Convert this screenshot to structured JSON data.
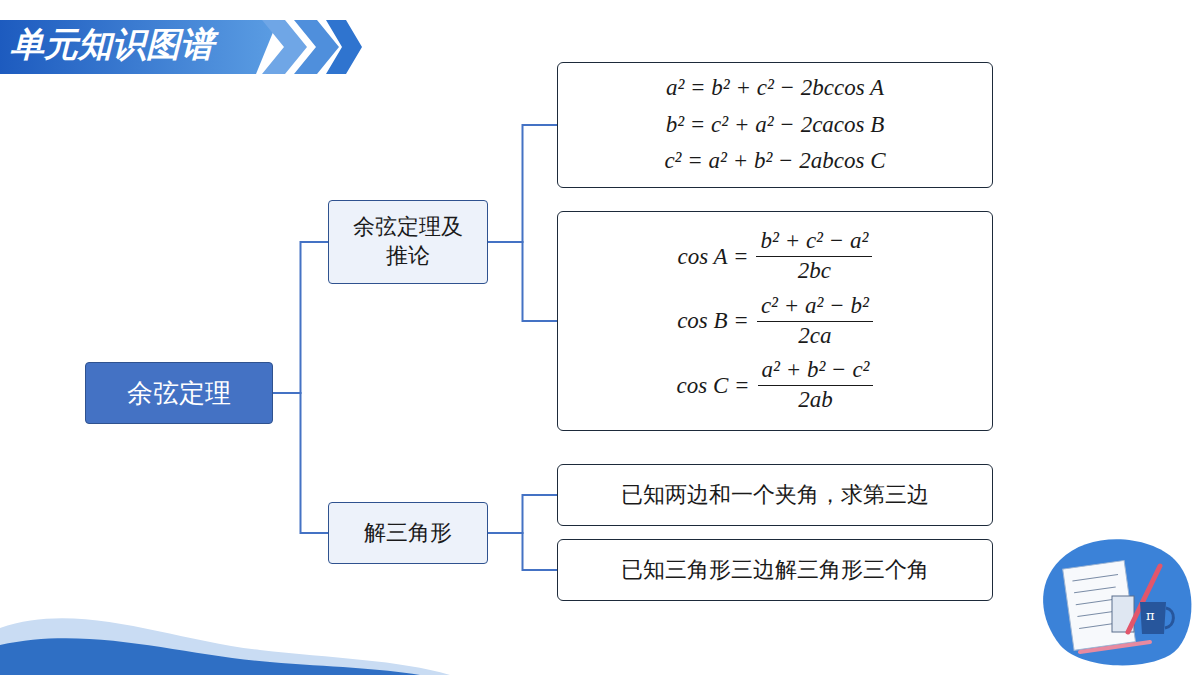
{
  "diagram": {
    "title": "单元知识图谱",
    "nodes": [
      {
        "text": [
          "余弦定理"
        ]
      },
      {
        "text": [
          "余弦定理及推论"
        ]
      },
      {
        "text": [
          "a² = b² + c² − 2bccos A",
          "b² = c² + a² − 2cacos B",
          "c² = a² + b² − 2abcos C"
        ]
      },
      {
        "text": [
          "cos A =",
          "b² + c² − a²",
          "2bc",
          "cos B =",
          "c² + a² − b²",
          "2ca",
          "cos C =",
          "a² + b² − c²",
          "2ab"
        ]
      },
      {
        "text": [
          "解三角形"
        ]
      },
      {
        "text": [
          "已知两边和一个夹角，求第三边"
        ]
      },
      {
        "text": [
          "已知三角形三边解三角形三个角"
        ]
      }
    ],
    "edges": [
      {
        "from": 0,
        "to": 1,
        "arrow": "none"
      },
      {
        "from": 0,
        "to": 4,
        "arrow": "none"
      },
      {
        "from": 1,
        "to": 2,
        "arrow": "none"
      },
      {
        "from": 1,
        "to": 3,
        "arrow": "none"
      },
      {
        "from": 4,
        "to": 5,
        "arrow": "none"
      },
      {
        "from": 4,
        "to": 6,
        "arrow": "none"
      }
    ],
    "labels": [
      "π"
    ]
  }
}
